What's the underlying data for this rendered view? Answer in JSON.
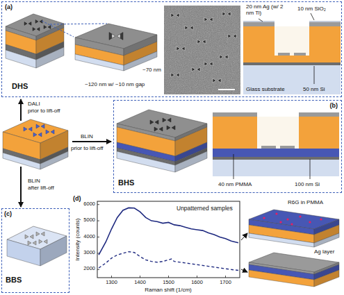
{
  "diagram": {
    "nodes": [
      {
        "text": [
          "(a)",
          "DHS"
        ]
      },
      {
        "text": [
          "(b)",
          "BHS"
        ]
      },
      {
        "text": [
          "(c)",
          "BBS"
        ]
      }
    ],
    "labels": [
      "20 nm Ag (w/ 2 nm Ti)",
      "10 nm SiO₂",
      "~120 nm w/ ~10 nm gap",
      "~70 nm",
      "Glass substrate",
      "50 nm Si",
      "DALI",
      "prior to lift-off",
      "BLIN",
      "prior to lift-off",
      "BLIN",
      "after lift-off",
      "40 nm PMMA",
      "100 nm Si",
      "(d)",
      "Unpatterned samples",
      "Intensity (counts)",
      "Raman shift (1/cm)",
      "6000",
      "5000",
      "4000",
      "3000",
      "2000",
      "1300",
      "1400",
      "1500",
      "1600",
      "1700",
      "R6G in PMMA",
      "Ag layer"
    ]
  }
}
